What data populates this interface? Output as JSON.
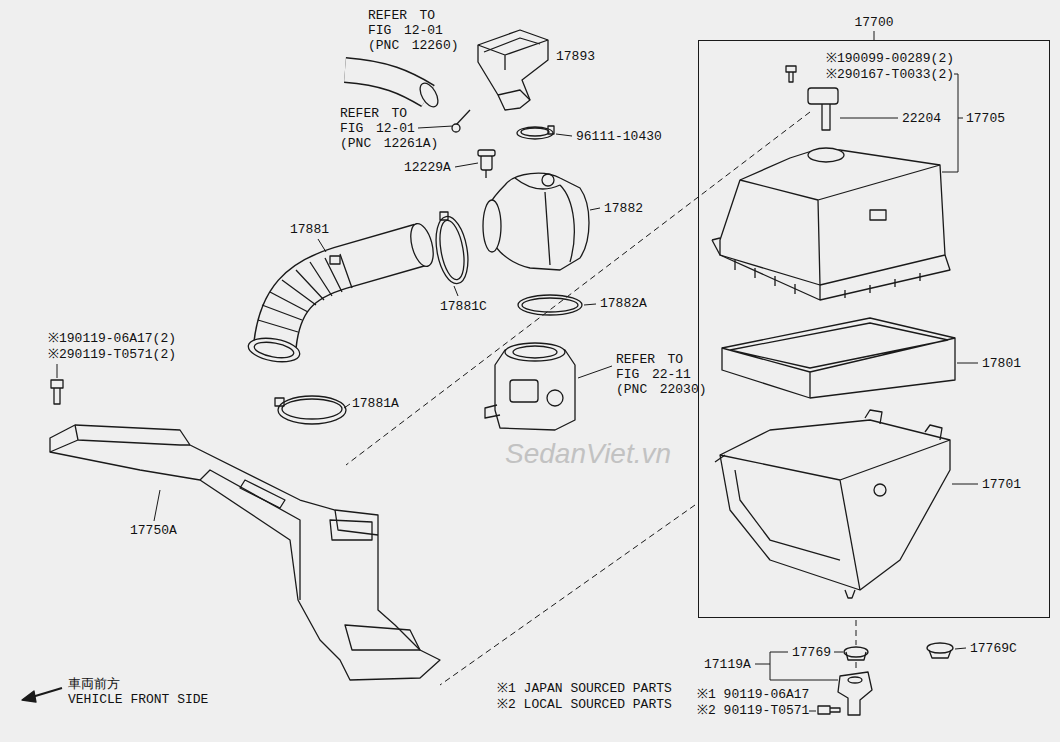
{
  "diagram": {
    "nodes": [
      {
        "text": [
          "17700"
        ]
      }
    ],
    "labels": [
      "REFER TO FIG 12-01 (PNC 12260)",
      "17893",
      "REFER TO FIG 12-01 (PNC 12261A)",
      "96111-10430",
      "12229A",
      "17882",
      "17881",
      "17881C",
      "17882A",
      "REFER TO FIG 22-11 (PNC 22030)",
      "※190119-06A17(2)",
      "※290119-T0571(2)",
      "17881A",
      "17750A",
      "※190099-00289(2)",
      "※290167-T0033(2)",
      "22204",
      "17705",
      "17801",
      "17701",
      "17769",
      "17119A",
      "17769C",
      "※1 90119-06A17",
      "※2 90119-T0571",
      "※1 JAPAN SOURCED PARTS",
      "※2 LOCAL SOURCED PARTS",
      "車両前方",
      "VEHICLE FRONT SIDE",
      "SedanViet.vn"
    ]
  }
}
